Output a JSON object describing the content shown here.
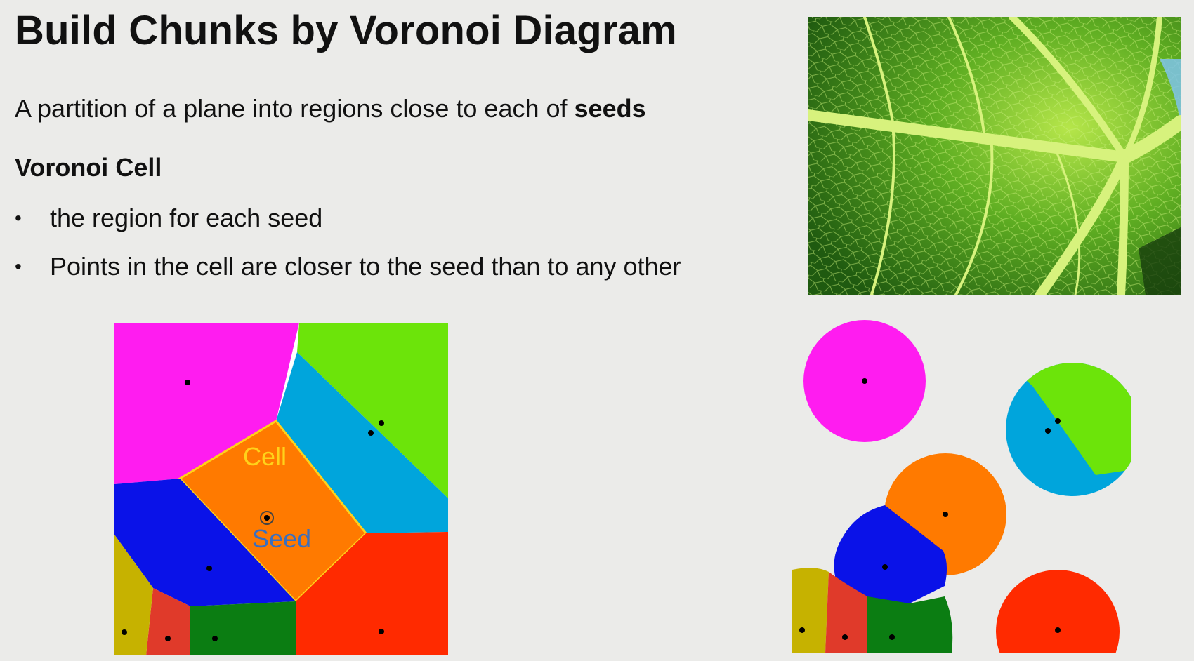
{
  "slide": {
    "title": "Build Chunks by Voronoi Diagram",
    "subtitle_prefix": "A partition of a plane into regions close to each of ",
    "subtitle_emphasis": "seeds",
    "section_heading": "Voronoi Cell",
    "bullets": [
      "the region for each seed",
      "Points in the cell are closer to the seed than to any other"
    ]
  },
  "diagram": {
    "cell_label": "Cell",
    "seed_label": "Seed",
    "colors": {
      "magenta": "#ff1cf0",
      "green": "#6ce40a",
      "cyan": "#00a5dc",
      "orange": "#ff7a00",
      "blue": "#0a12e8",
      "red": "#ff2a00",
      "dark_green": "#0b7d12",
      "olive": "#c6b200",
      "brick": "#e03a2a",
      "label_yellow": "#ffd21a",
      "label_blue": "#3a6fbf"
    }
  },
  "images": {
    "leaf_photo": "leaf-photo"
  }
}
